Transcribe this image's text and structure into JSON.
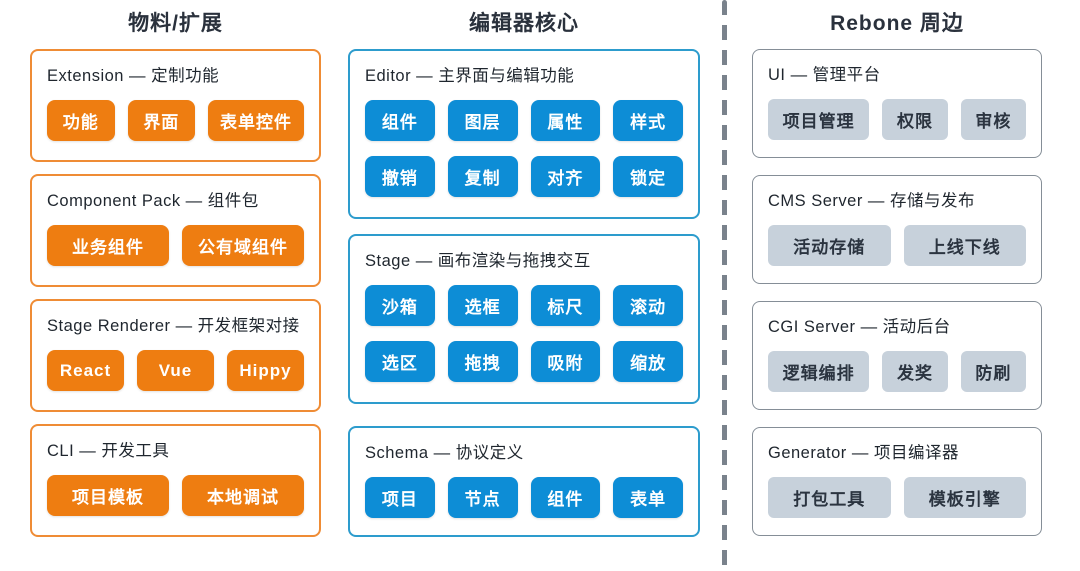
{
  "colors": {
    "orange_chip": "#ee7d11",
    "orange_border": "#ef8c35",
    "blue_chip": "#0d8dd6",
    "blue_border": "#2d9ccd",
    "gray_chip_bg": "#c7d1db",
    "gray_chip_text": "#2b3440",
    "gray_border": "#858e97",
    "divider": "#7a828c",
    "title_text": "#2a313c",
    "header_text": "#1f262e"
  },
  "columns": {
    "left": {
      "title": "物料/扩展",
      "boxes": [
        {
          "header": "Extension — 定制功能",
          "buttons": [
            "功能",
            "界面",
            "表单控件"
          ]
        },
        {
          "header": "Component Pack — 组件包",
          "buttons": [
            "业务组件",
            "公有域组件"
          ]
        },
        {
          "header": "Stage Renderer — 开发框架对接",
          "buttons": [
            "React",
            "Vue",
            "Hippy"
          ]
        },
        {
          "header": "CLI — 开发工具",
          "buttons": [
            "项目模板",
            "本地调试"
          ]
        }
      ]
    },
    "middle": {
      "title": "编辑器核心",
      "boxes": [
        {
          "header": "Editor — 主界面与编辑功能",
          "rows": [
            [
              "组件",
              "图层",
              "属性",
              "样式"
            ],
            [
              "撤销",
              "复制",
              "对齐",
              "锁定"
            ]
          ]
        },
        {
          "header": "Stage — 画布渲染与拖拽交互",
          "rows": [
            [
              "沙箱",
              "选框",
              "标尺",
              "滚动"
            ],
            [
              "选区",
              "拖拽",
              "吸附",
              "缩放"
            ]
          ]
        },
        {
          "header": "Schema — 协议定义",
          "rows": [
            [
              "项目",
              "节点",
              "组件",
              "表单"
            ]
          ]
        }
      ]
    },
    "right": {
      "title": "Rebone 周边",
      "boxes": [
        {
          "header": "UI — 管理平台",
          "buttons": [
            "项目管理",
            "权限",
            "审核"
          ]
        },
        {
          "header": "CMS Server — 存储与发布",
          "buttons": [
            "活动存储",
            "上线下线"
          ]
        },
        {
          "header": "CGI Server — 活动后台",
          "buttons": [
            "逻辑编排",
            "发奖",
            "防刷"
          ]
        },
        {
          "header": "Generator — 项目编译器",
          "buttons": [
            "打包工具",
            "模板引擎"
          ]
        }
      ]
    }
  }
}
